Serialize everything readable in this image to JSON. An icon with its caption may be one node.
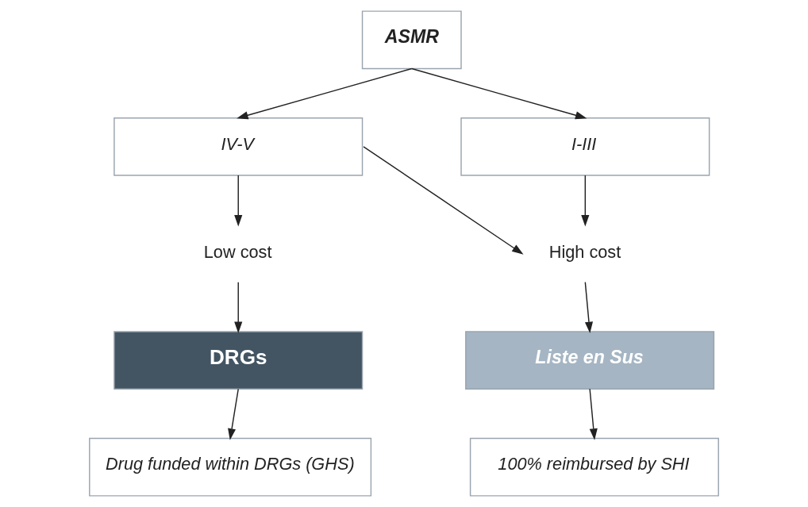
{
  "diagram": {
    "nodes": [
      {
        "text": [
          "ASMR"
        ]
      },
      {
        "text": [
          "IV-V"
        ]
      },
      {
        "text": [
          "I-III"
        ]
      },
      {
        "text": [
          "Low cost"
        ]
      },
      {
        "text": [
          "High cost"
        ]
      },
      {
        "text": [
          "DRGs"
        ]
      },
      {
        "text": [
          "Liste en Sus"
        ]
      },
      {
        "text": [
          "Drug funded within DRGs (GHS)"
        ]
      },
      {
        "text": [
          "100% reimbursed by SHI"
        ]
      }
    ],
    "edges": [
      {
        "from": 0,
        "to": 1,
        "arrow": "to"
      },
      {
        "from": 0,
        "to": 2,
        "arrow": "to"
      },
      {
        "from": 1,
        "to": 3,
        "arrow": "to"
      },
      {
        "from": 1,
        "to": 4,
        "arrow": "to"
      },
      {
        "from": 2,
        "to": 4,
        "arrow": "to"
      },
      {
        "from": 3,
        "to": 5,
        "arrow": "to"
      },
      {
        "from": 4,
        "to": 6,
        "arrow": "to"
      },
      {
        "from": 5,
        "to": 7,
        "arrow": "to"
      },
      {
        "from": 6,
        "to": 8,
        "arrow": "to"
      }
    ]
  }
}
